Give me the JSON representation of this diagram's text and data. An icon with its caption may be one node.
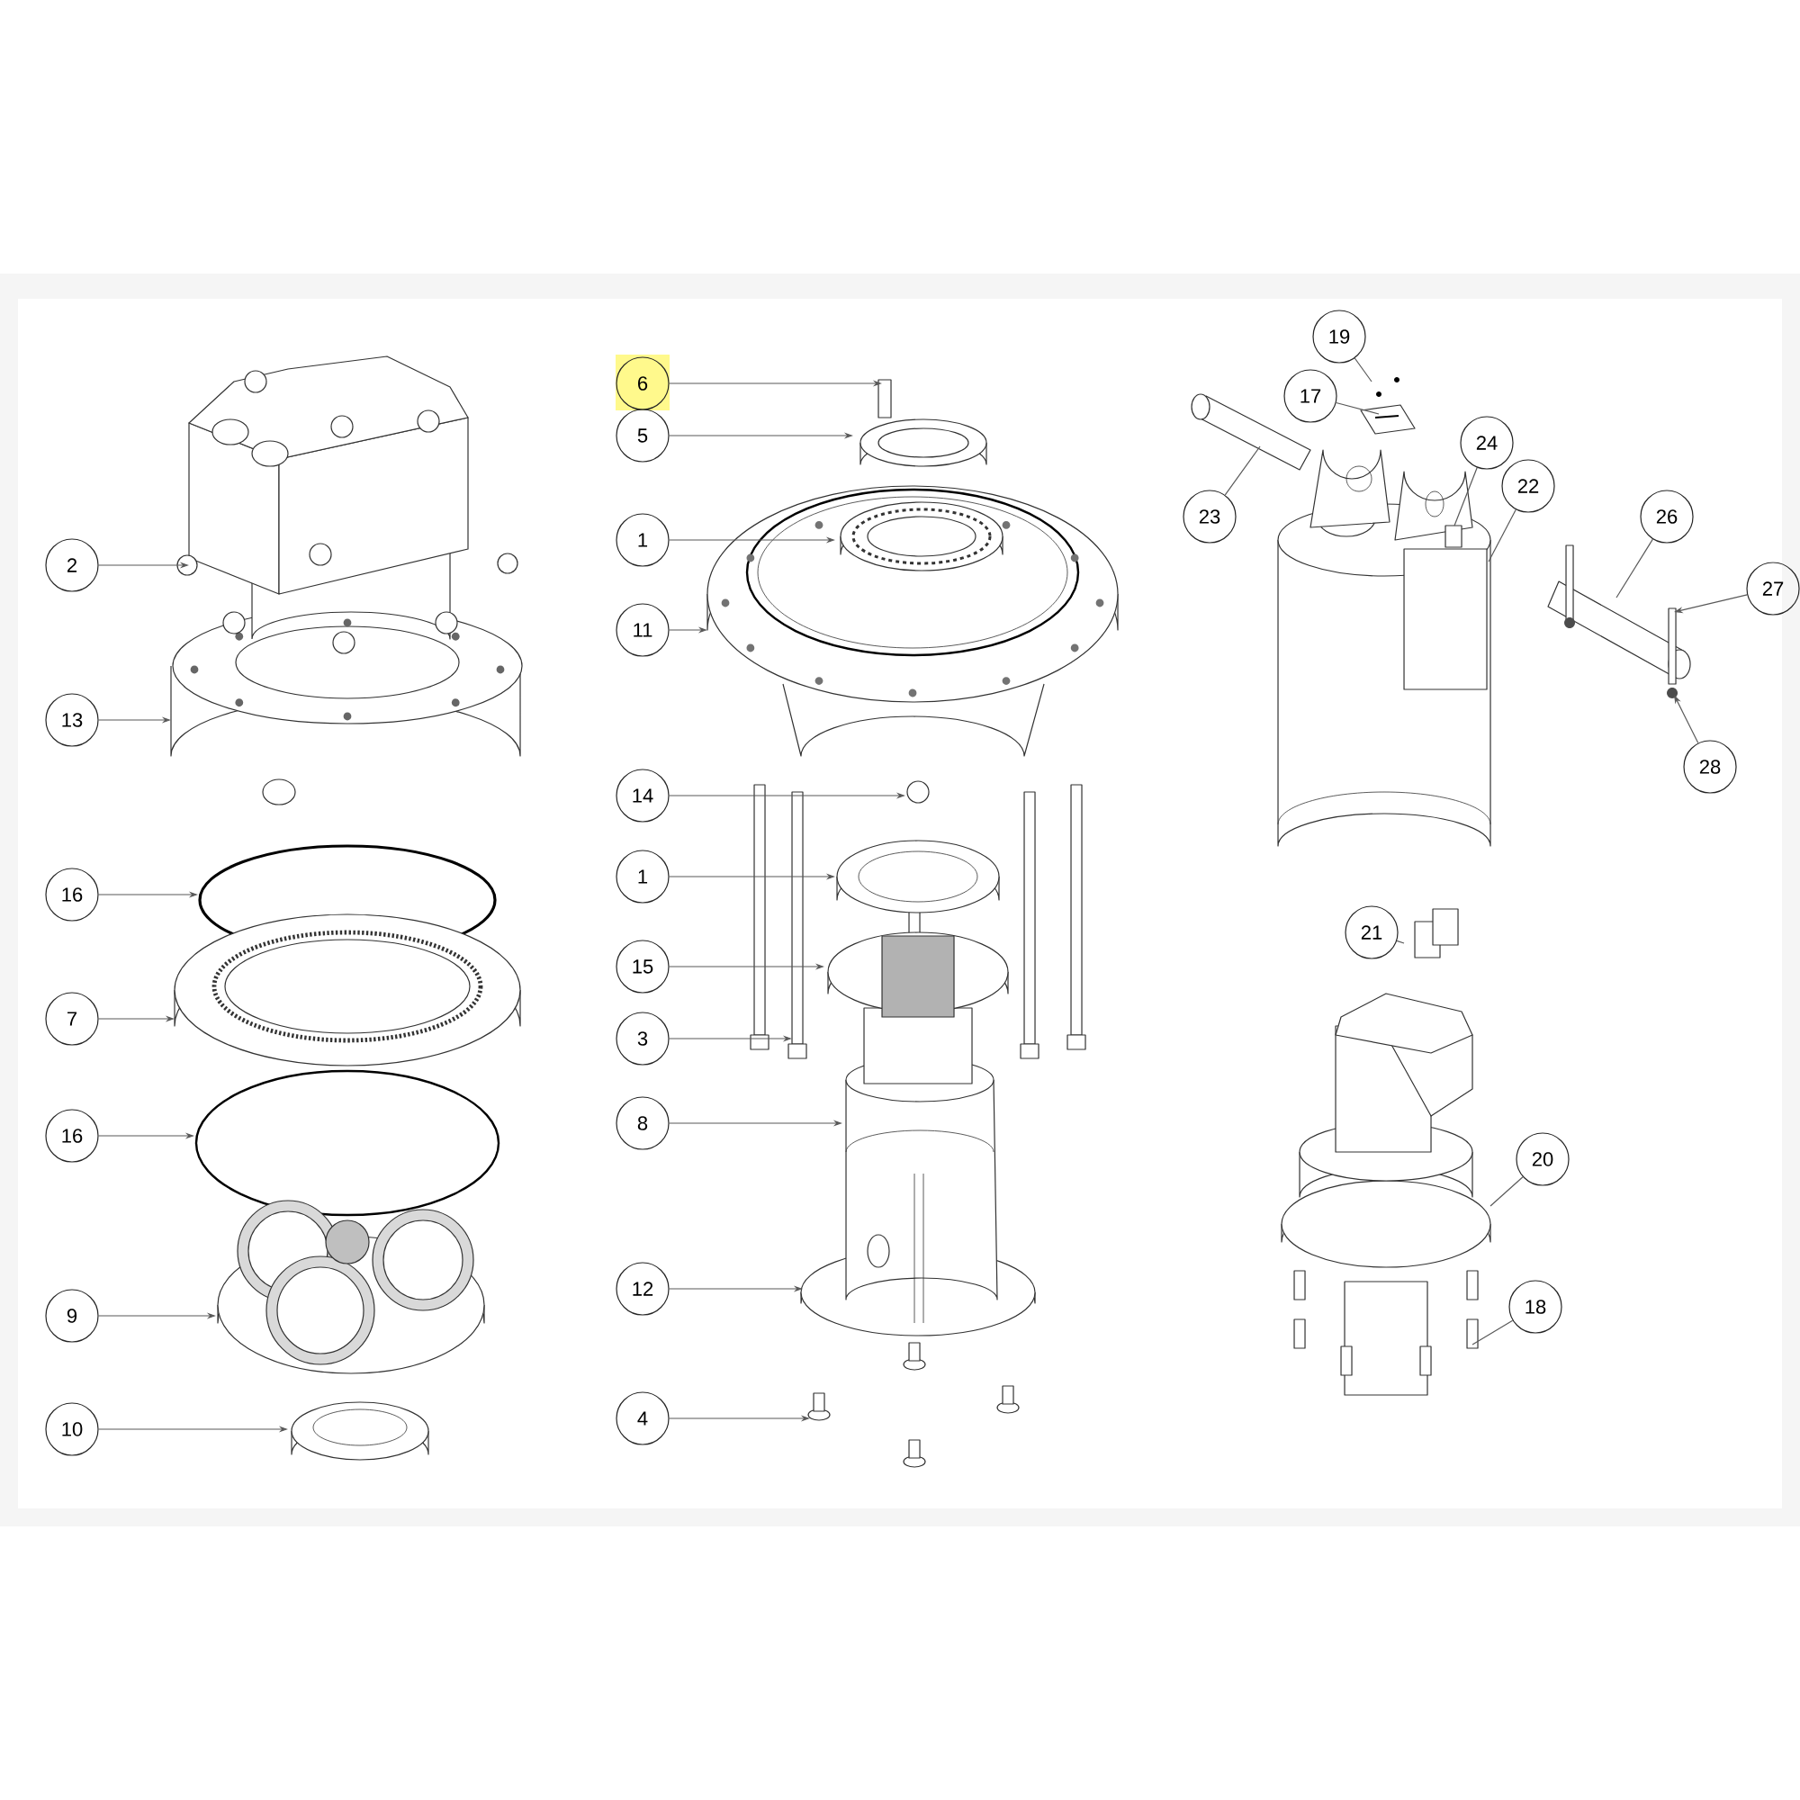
{
  "diagram": {
    "nodes": [
      {
        "text": [
          "2"
        ]
      },
      {
        "text": [
          "13"
        ]
      },
      {
        "text": [
          "16"
        ]
      },
      {
        "text": [
          "7"
        ]
      },
      {
        "text": [
          "16"
        ]
      },
      {
        "text": [
          "9"
        ]
      },
      {
        "text": [
          "10"
        ]
      },
      {
        "text": [
          "6"
        ]
      },
      {
        "text": [
          "5"
        ]
      },
      {
        "text": [
          "1"
        ]
      },
      {
        "text": [
          "11"
        ]
      },
      {
        "text": [
          "14"
        ]
      },
      {
        "text": [
          "1"
        ]
      },
      {
        "text": [
          "15"
        ]
      },
      {
        "text": [
          "3"
        ]
      },
      {
        "text": [
          "8"
        ]
      },
      {
        "text": [
          "12"
        ]
      },
      {
        "text": [
          "4"
        ]
      },
      {
        "text": [
          "19"
        ]
      },
      {
        "text": [
          "17"
        ]
      },
      {
        "text": [
          "23"
        ]
      },
      {
        "text": [
          "24"
        ]
      },
      {
        "text": [
          "22"
        ]
      },
      {
        "text": [
          "26"
        ]
      },
      {
        "text": [
          "27"
        ]
      },
      {
        "text": [
          "28"
        ]
      },
      {
        "text": [
          "21"
        ]
      },
      {
        "text": [
          "20"
        ]
      },
      {
        "text": [
          "18"
        ]
      }
    ],
    "edges": [
      {
        "from": 0,
        "to": null,
        "arrow": "to"
      },
      {
        "from": 1,
        "to": null,
        "arrow": "to"
      },
      {
        "from": 2,
        "to": null,
        "arrow": "to"
      },
      {
        "from": 3,
        "to": null,
        "arrow": "to"
      },
      {
        "from": 4,
        "to": null,
        "arrow": "to"
      },
      {
        "from": 5,
        "to": null,
        "arrow": "to"
      },
      {
        "from": 6,
        "to": null,
        "arrow": "to"
      },
      {
        "from": 7,
        "to": null,
        "arrow": "to"
      },
      {
        "from": 8,
        "to": null,
        "arrow": "to"
      },
      {
        "from": 9,
        "to": null,
        "arrow": "to"
      },
      {
        "from": 10,
        "to": null,
        "arrow": "to"
      },
      {
        "from": 11,
        "to": null,
        "arrow": "to"
      },
      {
        "from": 12,
        "to": null,
        "arrow": "to"
      },
      {
        "from": 13,
        "to": null,
        "arrow": "to"
      },
      {
        "from": 14,
        "to": null,
        "arrow": "to"
      },
      {
        "from": 15,
        "to": null,
        "arrow": "to"
      },
      {
        "from": 16,
        "to": null,
        "arrow": "to"
      },
      {
        "from": 17,
        "to": null,
        "arrow": "to"
      },
      {
        "from": 18,
        "to": null,
        "arrow": "none"
      },
      {
        "from": 19,
        "to": null,
        "arrow": "none"
      },
      {
        "from": 20,
        "to": null,
        "arrow": "none"
      },
      {
        "from": 21,
        "to": null,
        "arrow": "none"
      },
      {
        "from": 22,
        "to": null,
        "arrow": "none"
      },
      {
        "from": 23,
        "to": null,
        "arrow": "none"
      },
      {
        "from": 24,
        "to": null,
        "arrow": "to"
      },
      {
        "from": 25,
        "to": null,
        "arrow": "to"
      },
      {
        "from": 26,
        "to": null,
        "arrow": "none"
      },
      {
        "from": 27,
        "to": null,
        "arrow": "none"
      },
      {
        "from": 28,
        "to": null,
        "arrow": "none"
      }
    ]
  }
}
